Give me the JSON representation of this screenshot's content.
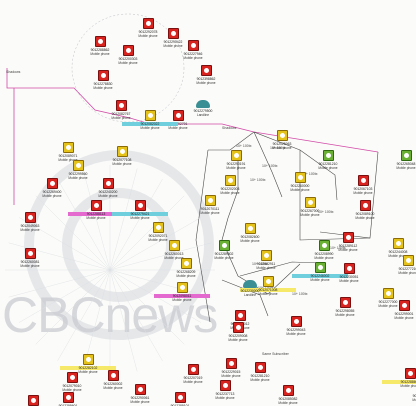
{
  "diagram": {
    "watermark": "CBCnews",
    "labels": {
      "shadows_top": "Shadows",
      "shadows_mid": "Shadows",
      "same_subscriber": "Same Subscriber"
    },
    "edge_labels": [
      "10+ 100tx",
      "10+ 100tx",
      "10+ 100tx",
      "10+ 100tx",
      "10+ 100tx",
      "10+ 100tx",
      "10+ 100tx",
      "10+ 100tx",
      "10+ 100tx",
      "10+ 100tx"
    ],
    "nodes": [
      {
        "num": "9012292078",
        "sub": "Mobile phone",
        "color": "red",
        "highlight": ""
      },
      {
        "num": "9012290422",
        "sub": "Mobile phone",
        "color": "red",
        "highlight": ""
      },
      {
        "num": "9012200303",
        "sub": "Mobile phone",
        "color": "red",
        "highlight": ""
      },
      {
        "num": "9012288862",
        "sub": "Mobile phone",
        "color": "red",
        "highlight": ""
      },
      {
        "num": "9012227946",
        "sub": "Mobile phone",
        "color": "red",
        "highlight": ""
      },
      {
        "num": "9012398862",
        "sub": "Mobile phone",
        "color": "red",
        "highlight": ""
      },
      {
        "num": "9012278830",
        "sub": "Mobile phone",
        "color": "red",
        "highlight": ""
      },
      {
        "num": "9012279500",
        "sub": "Landline",
        "color": "landline",
        "highlight": ""
      },
      {
        "num": "9012292791",
        "sub": "Mobile phone",
        "color": "red",
        "highlight": ""
      },
      {
        "num": "9012082022",
        "sub": "Mobile phone",
        "color": "yellow",
        "highlight": "cyan"
      },
      {
        "num": "9012082767",
        "sub": "Mobile phone",
        "color": "red",
        "highlight": ""
      },
      {
        "num": "9012089071",
        "sub": "Mobile phone",
        "color": "yellow",
        "highlight": ""
      },
      {
        "num": "9012077108",
        "sub": "Mobile phone",
        "color": "yellow",
        "highlight": ""
      },
      {
        "num": "9012269400",
        "sub": "Mobile phone",
        "color": "red",
        "highlight": ""
      },
      {
        "num": "9012299560",
        "sub": "Mobile phone",
        "color": "yellow",
        "highlight": ""
      },
      {
        "num": "9012240200",
        "sub": "Mobile phone",
        "color": "red",
        "highlight": ""
      },
      {
        "num": "9012288113",
        "sub": "Mobile phone",
        "color": "red",
        "highlight": "magenta"
      },
      {
        "num": "9012279421",
        "sub": "Mobile phone",
        "color": "red",
        "highlight": "cyan"
      },
      {
        "num": "9012070111",
        "sub": "Mobile phone",
        "color": "yellow",
        "highlight": ""
      },
      {
        "num": "9012092071",
        "sub": "Mobile phone",
        "color": "yellow",
        "highlight": ""
      },
      {
        "num": "9012049063",
        "sub": "Mobile phone",
        "color": "red",
        "highlight": ""
      },
      {
        "num": "9012260013",
        "sub": "Mobile phone",
        "color": "yellow",
        "highlight": ""
      },
      {
        "num": "9012260081",
        "sub": "Mobile phone",
        "color": "red",
        "highlight": ""
      },
      {
        "num": "9012268209",
        "sub": "Mobile phone",
        "color": "yellow",
        "highlight": ""
      },
      {
        "num": "9012098011",
        "sub": "Mobile phone",
        "color": "yellow",
        "highlight": "magenta"
      },
      {
        "num": "9012289802",
        "sub": "Mobile phone",
        "color": "green",
        "highlight": ""
      },
      {
        "num": "9012025063",
        "sub": "Mobile phone",
        "color": "yellow",
        "highlight": ""
      },
      {
        "num": "9012290191",
        "sub": "Mobile phone",
        "color": "yellow",
        "highlight": ""
      },
      {
        "num": "9012202003",
        "sub": "Mobile phone",
        "color": "yellow",
        "highlight": ""
      },
      {
        "num": "9012260000",
        "sub": "Mobile phone",
        "color": "yellow",
        "highlight": ""
      },
      {
        "num": "9012281210",
        "sub": "Mobile phone",
        "color": "green",
        "highlight": ""
      },
      {
        "num": "9012265048",
        "sub": "Mobile phone",
        "color": "green",
        "highlight": ""
      },
      {
        "num": "9012067103",
        "sub": "Mobile phone",
        "color": "red",
        "highlight": ""
      },
      {
        "num": "9012267000",
        "sub": "Mobile phone",
        "color": "yellow",
        "highlight": ""
      },
      {
        "num": "9012089100",
        "sub": "Mobile phone",
        "color": "red",
        "highlight": ""
      },
      {
        "num": "9012289112",
        "sub": "Mobile phone",
        "color": "red",
        "highlight": ""
      },
      {
        "num": "9012082600",
        "sub": "Mobile phone",
        "color": "yellow",
        "highlight": ""
      },
      {
        "num": "9012082911",
        "sub": "Mobile phone",
        "color": "yellow",
        "highlight": ""
      },
      {
        "num": "9012071008",
        "sub": "Mobile phone",
        "color": "yellow",
        "highlight": "yellow"
      },
      {
        "num": "9012246002",
        "sub": "Mobile phone",
        "color": "green",
        "highlight": "cyan"
      },
      {
        "num": "9012208990",
        "sub": "Mobile phone",
        "color": "green",
        "highlight": ""
      },
      {
        "num": "9012244008",
        "sub": "Mobile phone",
        "color": "yellow",
        "highlight": ""
      },
      {
        "num": "9012277210",
        "sub": "Mobile phone",
        "color": "yellow",
        "highlight": ""
      },
      {
        "num": "9012230051",
        "sub": "Mobile phone",
        "color": "red",
        "highlight": ""
      },
      {
        "num": "9012230000",
        "sub": "Landline",
        "color": "landline",
        "highlight": ""
      },
      {
        "num": "9012277000",
        "sub": "Mobile phone",
        "color": "yellow",
        "highlight": ""
      },
      {
        "num": "9012299001",
        "sub": "Mobile phone",
        "color": "red",
        "highlight": ""
      },
      {
        "num": "9012060012",
        "sub": "Mobile phone",
        "color": "red",
        "highlight": ""
      },
      {
        "num": "9012299043",
        "sub": "Mobile phone",
        "color": "red",
        "highlight": ""
      },
      {
        "num": "9012298055",
        "sub": "Mobile phone",
        "color": "red",
        "highlight": ""
      },
      {
        "num": "9012209008",
        "sub": "Mobile phone",
        "color": "red",
        "highlight": ""
      },
      {
        "num": "9012229015",
        "sub": "Mobile phone",
        "color": "red",
        "highlight": ""
      },
      {
        "num": "9012237713",
        "sub": "Mobile phone",
        "color": "red",
        "highlight": ""
      },
      {
        "num": "9012281210",
        "sub": "Mobile phone",
        "color": "red",
        "highlight": ""
      },
      {
        "num": "9012085082",
        "sub": "Mobile phone",
        "color": "red",
        "highlight": ""
      },
      {
        "num": "9012207019",
        "sub": "Mobile phone",
        "color": "red",
        "highlight": ""
      },
      {
        "num": "9012289101",
        "sub": "Mobile phone",
        "color": "red",
        "highlight": ""
      },
      {
        "num": "9012290061",
        "sub": "Mobile phone",
        "color": "red",
        "highlight": ""
      },
      {
        "num": "9012260002",
        "sub": "Mobile phone",
        "color": "red",
        "highlight": ""
      },
      {
        "num": "9012282102",
        "sub": "Mobile phone",
        "color": "yellow",
        "highlight": "yellow"
      },
      {
        "num": "9012079010",
        "sub": "Mobile phone",
        "color": "red",
        "highlight": ""
      },
      {
        "num": "9012299601",
        "sub": "Mobile phone",
        "color": "red",
        "highlight": ""
      },
      {
        "num": "9012262202",
        "sub": "Mobile phone",
        "color": "red",
        "highlight": "yellow"
      },
      {
        "num": "9012288604",
        "sub": "Mobile phone",
        "color": "red",
        "highlight": "yellow"
      },
      {
        "num": "9012290000",
        "sub": "Mobile phone",
        "color": "yellow",
        "highlight": ""
      }
    ]
  }
}
